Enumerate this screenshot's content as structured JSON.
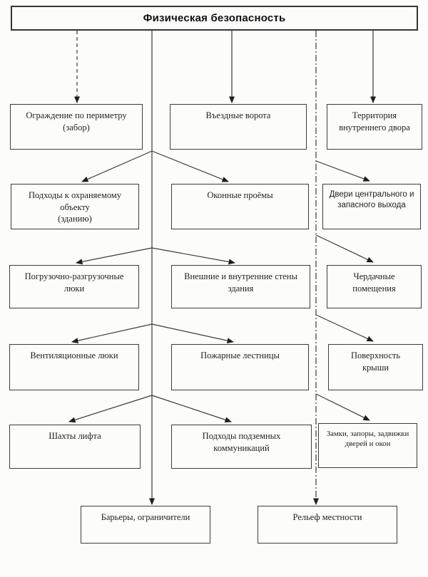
{
  "title": "Физическая безопасность",
  "levels": [
    {
      "left": [
        "Ограждение по периметру",
        "(забор)"
      ],
      "middle": [
        "Въездные ворота"
      ],
      "right": [
        "Территория",
        "внутреннего двора"
      ]
    },
    {
      "left": [
        "Подходы к охраняемому",
        "объекту",
        "(зданию)"
      ],
      "middle": [
        "Оконные проёмы"
      ],
      "right": [
        "Двери центрального и",
        "запасного выхода"
      ]
    },
    {
      "left": [
        "Погрузочно-разгрузочные",
        "люки"
      ],
      "middle": [
        "Внешние и внутренние стены",
        "здания"
      ],
      "right": [
        "Чердачные",
        "помещения"
      ]
    },
    {
      "left": [
        "Вентиляционные люки"
      ],
      "middle": [
        "Пожарные лестницы"
      ],
      "right": [
        "Поверхность",
        "крыши"
      ]
    },
    {
      "left": [
        "Шахты лифта"
      ],
      "middle": [
        "Подходы подземных",
        "коммуникаций"
      ],
      "right": [
        "Замки, запоры, задвижки",
        "дверей и окон"
      ]
    }
  ],
  "footer": {
    "left": [
      "Барьеры, ограничители"
    ],
    "right": [
      "Рельеф местности"
    ]
  },
  "colors": {
    "line": "#3a3a3a",
    "border": "#3d3d3d",
    "background": "#fcfcfb"
  }
}
